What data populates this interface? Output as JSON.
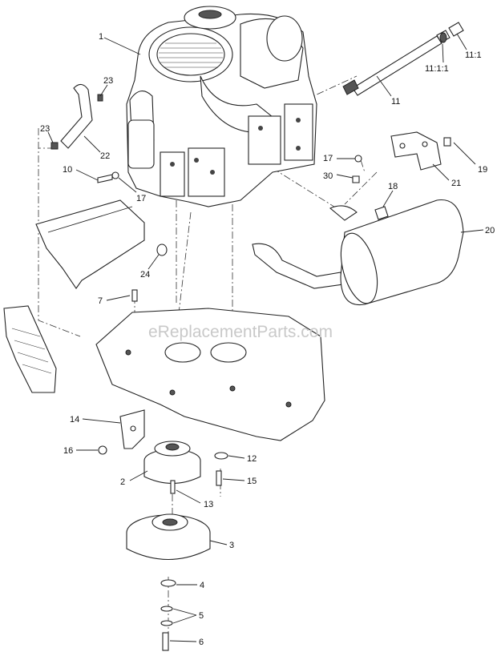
{
  "watermark": "eReplacementParts.com",
  "callouts": {
    "c1": "1",
    "c23a": "23",
    "c23b": "23",
    "c22": "22",
    "c10": "10",
    "c17a": "17",
    "c11": "11",
    "c11_1": "11:1",
    "c11_1_1": "11:1:1",
    "c17b": "17",
    "c30": "30",
    "c18": "18",
    "c19": "19",
    "c21": "21",
    "c20": "20",
    "c24": "24",
    "c7": "7",
    "c14": "14",
    "c16": "16",
    "c2": "2",
    "c12": "12",
    "c15": "15",
    "c13": "13",
    "c3": "3",
    "c4": "4",
    "c5": "5",
    "c6": "6"
  }
}
